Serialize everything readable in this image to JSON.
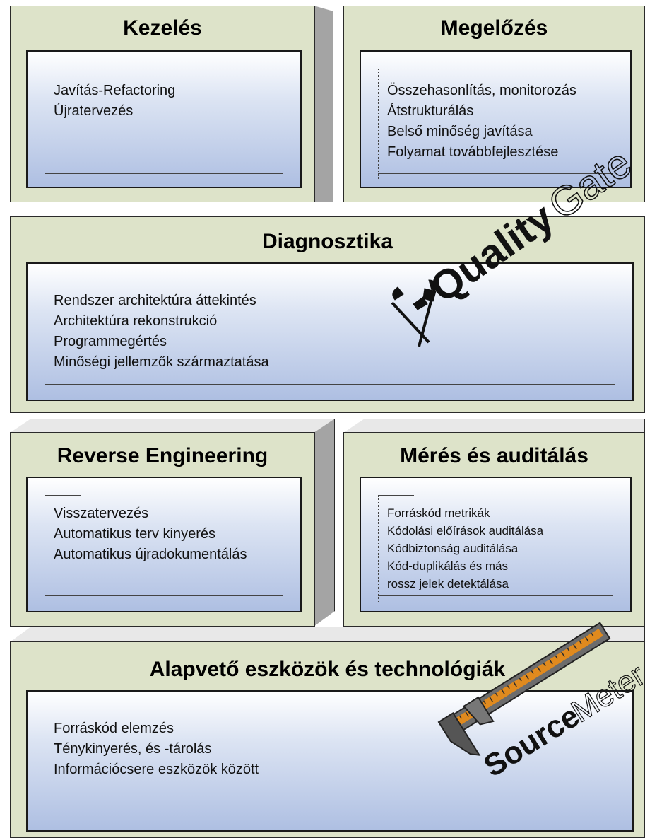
{
  "boxes": {
    "kezeles": {
      "title": "Kezelés",
      "items": [
        "Javítás-Refactoring",
        "Újratervezés"
      ]
    },
    "megelozes": {
      "title": "Megelőzés",
      "items": [
        "Összehasonlítás, monitorozás",
        "Átstrukturálás",
        "Belső minőség javítása",
        "Folyamat továbbfejlesztése"
      ]
    },
    "diagnosztika": {
      "title": "Diagnosztika",
      "items": [
        "Rendszer architektúra áttekintés",
        "Architektúra rekonstrukció",
        "Programmegértés",
        "Minőségi jellemzők származtatása"
      ]
    },
    "reverse": {
      "title": "Reverse Engineering",
      "items": [
        "Visszatervezés",
        "Automatikus terv kinyerés",
        "Automatikus újradokumentálás"
      ]
    },
    "meres": {
      "title": "Mérés és auditálás",
      "items": [
        "Forráskód metrikák",
        "Kódolási előírások auditálása",
        "Kódbiztonság auditálása",
        "Kód-duplikálás és más",
        "rossz jelek detektálása"
      ]
    },
    "alapveto": {
      "title": "Alapvető eszközök és technológiák",
      "items": [
        "Forráskód elemzés",
        "Ténykinyerés, és -tárolás",
        "Információcsere eszközök között"
      ]
    }
  },
  "logos": {
    "qualitygate": {
      "bold": "Quality",
      "light": "Gate"
    },
    "sourcemeter": {
      "bold": "Source",
      "light": "Meter"
    }
  },
  "colors": {
    "outer_fill": "#dde3c9",
    "inner_gradient_bottom": "#aebfe2",
    "side_fill": "#a4a4a4",
    "ruler_orange": "#e08a1e"
  }
}
